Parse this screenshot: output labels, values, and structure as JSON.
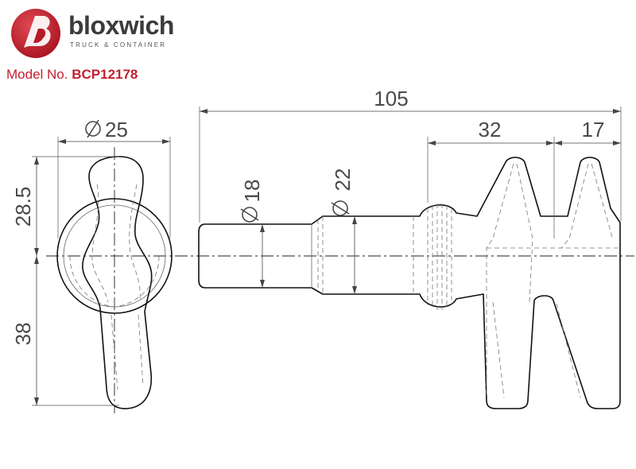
{
  "brand": {
    "name": "bloxwich",
    "tagline": "TRUCK & CONTAINER",
    "logo_color": "#c3202f"
  },
  "model": {
    "label": "Model No.",
    "value": "BCP12178"
  },
  "dimensions": {
    "overall_length": "105",
    "head_diameter": "25",
    "upper_height": "28.5",
    "lower_height": "38",
    "shaft_diameter": "18",
    "collar_diameter": "22",
    "spacing_32": "32",
    "spacing_17": "17"
  }
}
